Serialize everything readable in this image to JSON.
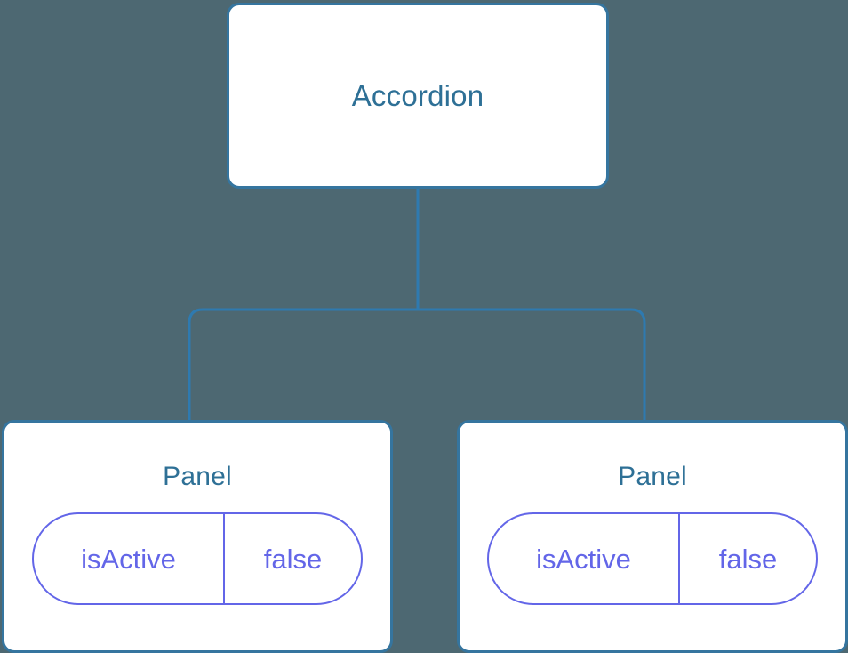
{
  "diagram": {
    "type": "component-tree",
    "background_color": "#4d6872",
    "node_border_color": "#35759f",
    "node_fill_color": "#ffffff",
    "node_title_color": "#2e7096",
    "state_accent_color": "#6366e8",
    "connector_color": "#2e7ab0",
    "root": {
      "title": "Accordion"
    },
    "children": [
      {
        "title": "Panel",
        "state": {
          "key": "isActive",
          "value": "false"
        }
      },
      {
        "title": "Panel",
        "state": {
          "key": "isActive",
          "value": "false"
        }
      }
    ]
  }
}
